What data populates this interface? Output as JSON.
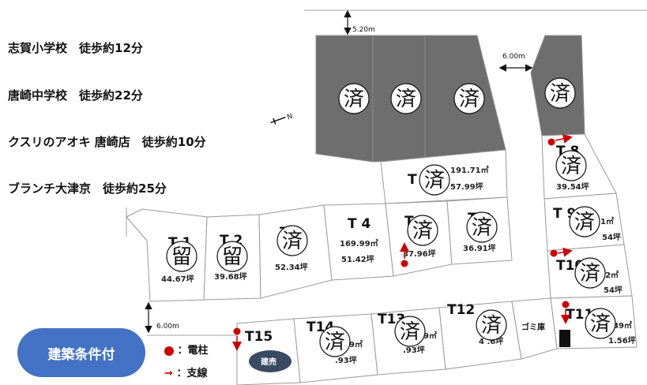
{
  "nearby": [
    {
      "label": "志賀小学校　徒歩約12分"
    },
    {
      "label": "唐崎中学校　徒歩約22分"
    },
    {
      "label": "クスリのアオキ 唐崎店　徒歩約10分"
    },
    {
      "label": "ブランチ大津京　徒歩約25分"
    }
  ],
  "roads": {
    "top_width": "5.20m",
    "middle_width": "6.00m",
    "left_width": "6.00m"
  },
  "north_mark": "N",
  "stamps": {
    "sold": "済",
    "reserved": "留"
  },
  "lots": {
    "T1": {
      "label": "T 1",
      "area_tsubo": "44.67坪"
    },
    "T2": {
      "label": "T 2",
      "area_tsubo": "39.68坪"
    },
    "T3": {
      "label": "T 3",
      "area_tsubo": "52.34坪"
    },
    "T4": {
      "label": "T 4",
      "area_sqm": "169.99㎡",
      "area_tsubo": "51.42坪"
    },
    "T5": {
      "label": "T 5",
      "area_tsubo": "37.96坪"
    },
    "T6": {
      "label": "T 6",
      "area_tsubo": "36.91坪"
    },
    "T7": {
      "label": "T 7",
      "area_sqm": "191.71㎡",
      "area_tsubo": "57.99坪"
    },
    "T8": {
      "label": "T 8",
      "area_tsubo": "39.54坪"
    },
    "T9": {
      "label": "T 9",
      "area_sqm": "1㎡",
      "area_tsubo": "54坪"
    },
    "T10": {
      "label": "T10",
      "area_sqm": "2㎡",
      "area_tsubo": "54坪"
    },
    "T11": {
      "label": "T11",
      "area_sqm": "39㎡",
      "area_tsubo": "1.56坪"
    },
    "T12": {
      "label": "T12",
      "area_tsubo": "4 .6坪"
    },
    "T13": {
      "label": "T13",
      "area_sqm": "9㎡",
      "area_tsubo": ".93坪"
    },
    "T14": {
      "label": "T14",
      "area_sqm": "9㎡",
      "area_tsubo": ".93坪"
    },
    "T15": {
      "label": "T15"
    }
  },
  "garbage": "ゴミ庫",
  "for_sale_badge": "建売",
  "legend": {
    "pole": "：電柱",
    "guy_wire": "：支線"
  },
  "conditions_badge": "建築条件付",
  "colors": {
    "sold_lot": "#6e6e6e",
    "pole": "#cc0000",
    "badge": "#4472c4",
    "for_sale": "#3a4a63"
  }
}
